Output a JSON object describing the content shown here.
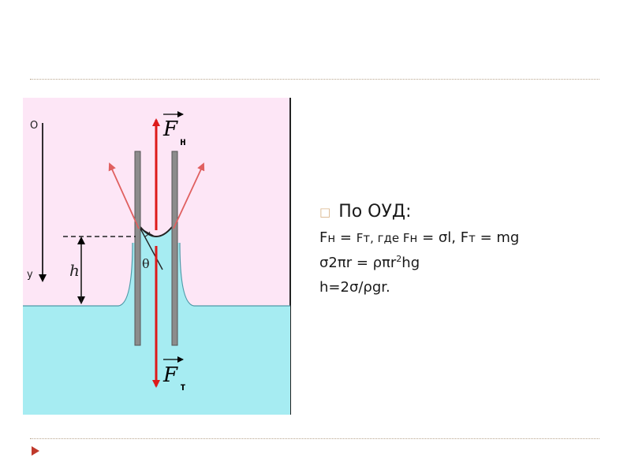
{
  "diagram": {
    "axis_o": "O",
    "axis_y": "y",
    "h_label": "h",
    "theta_label": "θ",
    "force_top": "F",
    "force_top_sub": "н",
    "force_bottom": "F",
    "force_bottom_sub": "т",
    "colors": {
      "background": "#fde6f6",
      "liquid": "#a6ecf2",
      "tube": "#8c8c8c",
      "force": "#dd1a1a",
      "tension": "#e06060"
    }
  },
  "text": {
    "bullet": "По ОУД:",
    "line1": {
      "a": "F",
      "a_sub": "н",
      "eq": " = ",
      "b": "F",
      "b_sub": "т",
      "where": ", где ",
      "c": "F",
      "c_sub": "н",
      "c_eq": " = σl, ",
      "d": "F",
      "d_sub": "т",
      "d_eq": " = mg"
    },
    "line2_a": "σ2πr = ρπr",
    "line2_sup": "2",
    "line2_b": "hg",
    "line3": "h=2σ/ρgr."
  }
}
